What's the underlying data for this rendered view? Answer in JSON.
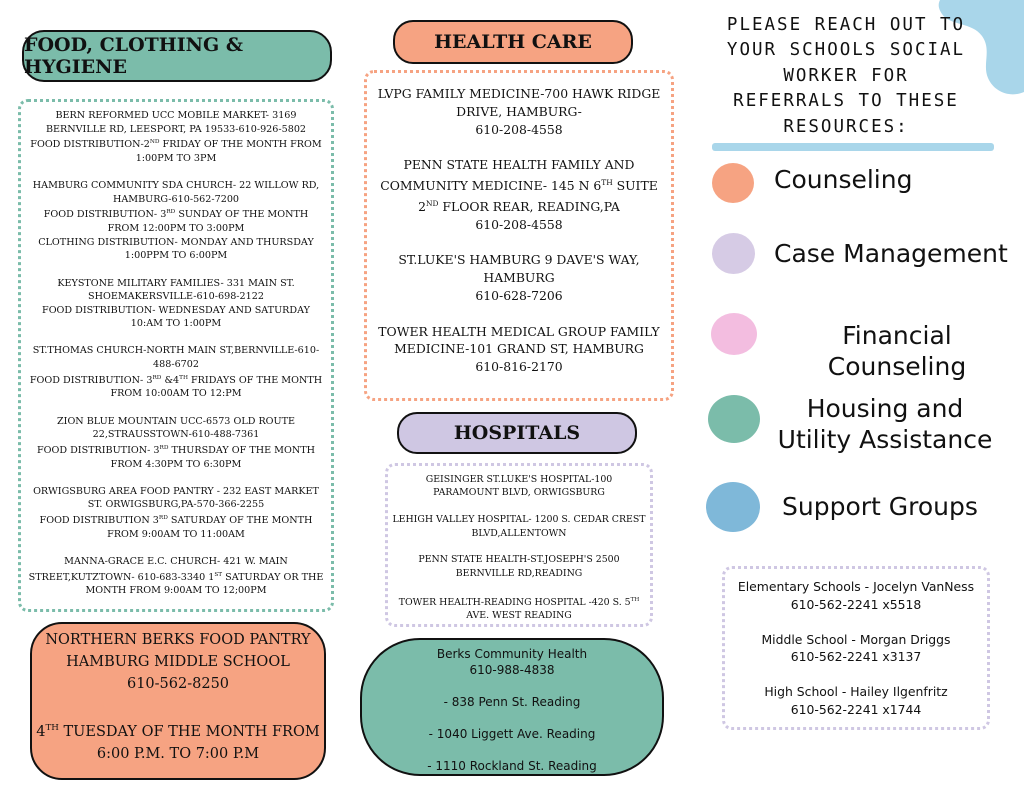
{
  "colors": {
    "teal": "#7bbcaa",
    "salmon": "#f6a382",
    "lavender": "#cfc7e3",
    "pink": "#f3bde0",
    "blue": "#7fb8d9",
    "light_blue": "#a9d6ea"
  },
  "food": {
    "title": "FOOD, CLOTHING & HYGIENE",
    "entries": [
      [
        "BERN REFORMED UCC MOBILE MARKET- 3169 BERNVILLE RD, LEESPORT, PA 19533-610-926-5802",
        "FOOD DISTRIBUTION-2ND FRIDAY OF THE MONTH FROM 1:00PM TO 3PM"
      ],
      [
        "HAMBURG COMMUNITY SDA CHURCH- 22 WILLOW RD, HAMBURG-610-562-7200",
        "FOOD DISTRIBUTION- 3RD SUNDAY OF THE MONTH FROM 12:00PM TO 3:00PM",
        "CLOTHING DISTRIBUTION- MONDAY AND THURSDAY 1:00PPM TO 6:00PM"
      ],
      [
        "KEYSTONE MILITARY FAMILIES- 331 MAIN ST. SHOEMAKERSVILLE-610-698-2122",
        "FOOD DISTRIBUTION- WEDNESDAY AND SATURDAY 10:AM TO 1:00PM"
      ],
      [
        "ST.THOMAS CHURCH-NORTH MAIN ST,BERNVILLE-610-488-6702",
        "FOOD DISTRIBUTION- 3RD &4TH FRIDAYS OF THE MONTH FROM 10:00AM TO 12:PM"
      ],
      [
        "ZION BLUE MOUNTAIN UCC-6573 OLD ROUTE 22,STRAUSSTOWN-610-488-7361",
        "FOOD DISTRIBUTION- 3RD THURSDAY OF THE MONTH FROM 4:30PM TO 6:30PM"
      ],
      [
        "ORWIGSBURG AREA FOOD PANTRY - 232 EAST MARKET ST. ORWIGSBURG,PA-570-366-2255",
        "FOOD DISTRIBUTION 3RD SATURDAY OF THE MONTH FROM 9:00AM TO 11:00AM"
      ],
      [
        "MANNA-GRACE E.C. CHURCH- 421 W. MAIN STREET,KUTZTOWN- 610-683-3340 1ST SATURDAY OR THE MONTH FROM 9:00AM TO 12;00PM"
      ]
    ]
  },
  "pantry": {
    "line1": "NORTHERN BERKS FOOD PANTRY",
    "line2": "HAMBURG MIDDLE SCHOOL",
    "line3": "610-562-8250",
    "line4": "4TH TUESDAY OF THE MONTH FROM",
    "line5": "6:00 P.M. TO 7:00 P.M"
  },
  "health": {
    "title": "HEALTH CARE",
    "entries": [
      [
        "LVPG FAMILY MEDICINE-700 HAWK RIDGE DRIVE, HAMBURG-",
        "610-208-4558"
      ],
      [
        "PENN STATE HEALTH FAMILY AND COMMUNITY MEDICINE- 145 N 6TH SUITE 2ND FLOOR REAR, READING,PA",
        "610-208-4558"
      ],
      [
        "ST.LUKE'S HAMBURG 9 DAVE'S WAY, HAMBURG",
        "610-628-7206"
      ],
      [
        "TOWER HEALTH MEDICAL GROUP FAMILY MEDICINE-101 GRAND ST, HAMBURG",
        "610-816-2170"
      ]
    ]
  },
  "hospitals": {
    "title": "HOSPITALS",
    "entries": [
      "GEISINGER ST.LUKE'S HOSPITAL-100 PARAMOUNT BLVD, ORWIGSBURG",
      "LEHIGH VALLEY HOSPITAL- 1200 S. CEDAR CREST BLVD,ALLENTOWN",
      "PENN STATE HEALTH-ST.JOSEPH'S 2500 BERNVILLE RD,READING",
      "TOWER HEALTH-READING HOSPITAL -420 S. 5TH AVE. WEST READING"
    ]
  },
  "berks": {
    "name": "Berks Community Health",
    "phone": "610-988-4838",
    "loc1": "- 838 Penn St. Reading",
    "loc2": "- 1040 Liggett Ave. Reading",
    "loc3": "- 1110 Rockland St. Reading"
  },
  "reach": {
    "line1": "PLEASE REACH OUT TO",
    "line2": "YOUR SCHOOLS SOCIAL",
    "line3": "WORKER FOR",
    "line4": "REFERRALS TO THESE",
    "line5": "RESOURCES:"
  },
  "resources": [
    "Counseling",
    "Case Management",
    "Financial Counseling",
    "Housing and Utility Assistance",
    "Support Groups"
  ],
  "social_workers": [
    {
      "name": "Elementary Schools - Jocelyn VanNess",
      "phone": "610-562-2241 x5518"
    },
    {
      "name": "Middle School - Morgan Driggs",
      "phone": "610-562-2241 x3137"
    },
    {
      "name": "High School - Hailey Ilgenfritz",
      "phone": "610-562-2241 x1744"
    }
  ]
}
